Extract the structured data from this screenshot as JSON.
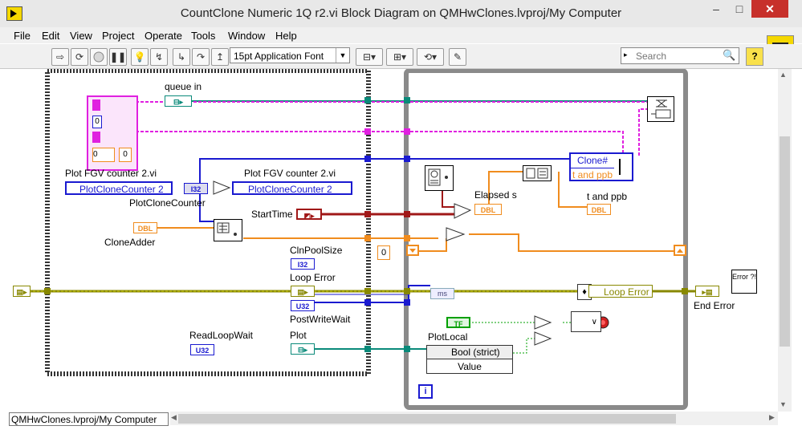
{
  "window": {
    "title": "CountClone Numeric 1Q r2.vi Block Diagram on QMHwClones.lvproj/My Computer",
    "minimize": "–",
    "maximize": "□",
    "close": "✕"
  },
  "menu": [
    "File",
    "Edit",
    "View",
    "Project",
    "Operate",
    "Tools",
    "Window",
    "Help"
  ],
  "toolbar": {
    "font": "15pt Application Font",
    "search_placeholder": "Search",
    "help": "?"
  },
  "diagram": {
    "labels": {
      "queue_in": "queue in",
      "plot_fgv_1": "Plot FGV counter 2.vi",
      "plot_fgv_2": "Plot FGV counter 2.vi",
      "plot_clone_counter_ref1": "PlotCloneCounter 2",
      "plot_clone_counter_ref2": "PlotCloneCounter 2",
      "plot_clone_counter": "PlotCloneCounter",
      "start_time": "StartTime",
      "clone_adder": "CloneAdder",
      "cln_pool_size": "ClnPoolSize",
      "loop_error": "Loop Error",
      "post_write_wait": "PostWriteWait",
      "plot": "Plot",
      "read_loop_wait": "ReadLoopWait",
      "elapsed_s": "Elapsed s",
      "clone_num": "Clone#",
      "t_and_ppb_field": "t and ppb",
      "t_and_ppb": "t and ppb",
      "loop_error_unbundle": "Loop Error",
      "end_error": "End Error",
      "plot_local": "PlotLocal",
      "bool_strict": "Bool (strict)",
      "value": "Value",
      "const_zero": "0",
      "array_zero": "0",
      "array_zero_b": "0",
      "array_zero_c": "0",
      "ms": "ms",
      "iteration": "i",
      "error_glyph": "Error ?!"
    },
    "terminals": {
      "i32": "I32",
      "u32": "U32",
      "dbl": "DBL",
      "tf": "TF"
    }
  },
  "status": {
    "context": "QMHwClones.lvproj/My Computer"
  },
  "colors": {
    "error_wire": "#c8c800",
    "cluster_wire": "#e020e0",
    "refnum_wire": "#0a8a7a",
    "int_wire": "#1a1ad0",
    "dbl_wire": "#f08c1e",
    "time_wire": "#a01818",
    "bool_wire": "#00a000",
    "close_button": "#c7302b"
  }
}
